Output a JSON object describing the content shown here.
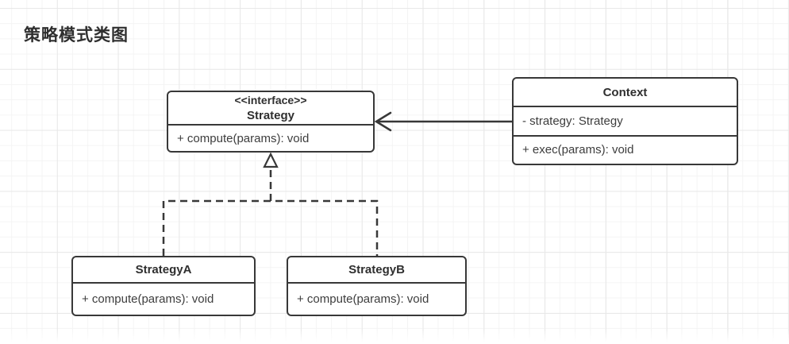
{
  "title": "策略模式类图",
  "colors": {
    "stroke": "#383838",
    "text": "#3d3d3d",
    "canvas_bg": "#ffffff",
    "grid_minor": "#f4f4f4",
    "grid_major": "#e8e8e8",
    "box_bg": "#ffffff"
  },
  "classes": {
    "strategy_interface": {
      "stereotype": "<<interface>>",
      "name": "Strategy",
      "methods": [
        "+ compute(params): void"
      ]
    },
    "context": {
      "name": "Context",
      "attributes": [
        "- strategy: Strategy"
      ],
      "methods": [
        "+ exec(params): void"
      ]
    },
    "strategy_a": {
      "name": "StrategyA",
      "methods": [
        "+ compute(params): void"
      ]
    },
    "strategy_b": {
      "name": "StrategyB",
      "methods": [
        "+ compute(params): void"
      ]
    }
  },
  "relations": [
    {
      "type": "association",
      "from": "Context",
      "to": "Strategy"
    },
    {
      "type": "realization",
      "from": "StrategyA",
      "to": "Strategy"
    },
    {
      "type": "realization",
      "from": "StrategyB",
      "to": "Strategy"
    }
  ]
}
